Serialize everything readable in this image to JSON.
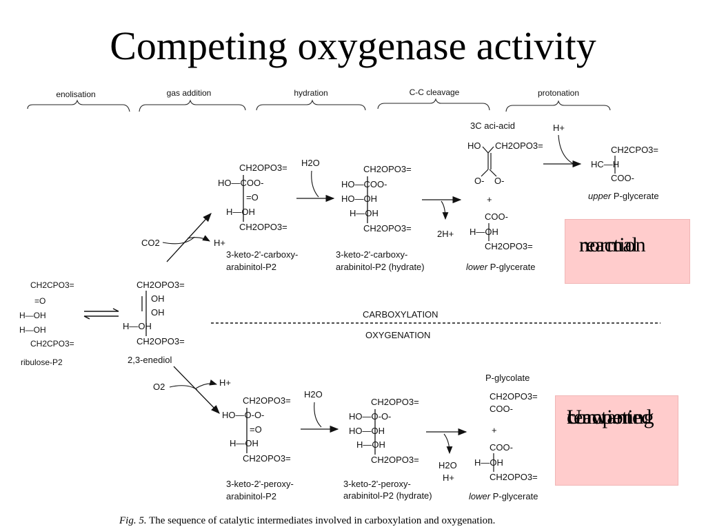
{
  "title": "Competing oxygenase activity",
  "stages": [
    "enolisation",
    "gas addition",
    "hydration",
    "C-C cleavage",
    "protonation"
  ],
  "ribulose": {
    "lines": [
      "CH2CPO3=",
      "=O",
      "H—OH",
      "H—OH",
      "CH2CPO3="
    ],
    "name": "ribulose-P2"
  },
  "enediol": {
    "lines": [
      "CH2OPO3=",
      "OH",
      "OH",
      "H—OH",
      "CH2OPO3="
    ],
    "name": "2,3-enediol"
  },
  "carboxylation": {
    "gas_in": "CO2",
    "proton_out": "H+",
    "intermediate1": {
      "lines": [
        "CH2OPO3=",
        "HO—COO-",
        "=O",
        "H—OH",
        "CH2OPO3="
      ],
      "name": [
        "3-keto-2'-carboxy-",
        "arabinitol-P2"
      ]
    },
    "water": "H2O",
    "intermediate2": {
      "lines": [
        "CH2OPO3=",
        "HO—COO-",
        "HO—OH",
        "H—OH",
        "CH2OPO3="
      ],
      "name": [
        "3-keto-2'-carboxy-",
        "arabinitol-P2 (hydrate)"
      ]
    },
    "protons_out": "2H+",
    "aci_acid": {
      "label": "3C aci-acid",
      "lines": [
        "HO",
        "CH2OPO3=",
        "O-",
        "O-"
      ]
    },
    "plus": "+",
    "proton_in": "H+",
    "upper_product": {
      "lines": [
        "CH2CPO3=",
        "HC—H",
        "COO-"
      ],
      "name_italic": "upper",
      "name_rest": " P-glycerate"
    },
    "lower_product": {
      "lines": [
        "COO-",
        "H—OH",
        "CH2OPO3="
      ],
      "name_italic": "lower",
      "name_rest": " P-glycerate"
    }
  },
  "divider": {
    "above": "CARBOXYLATION",
    "below": "OXYGENATION"
  },
  "oxygenation": {
    "gas_in": "O2",
    "proton_out": "H+",
    "intermediate1": {
      "lines": [
        "CH2OPO3=",
        "HO—O-O-",
        "=O",
        "H—OH",
        "CH2OPO3="
      ],
      "name": [
        "3-keto-2'-peroxy-",
        "arabinitol-P2"
      ]
    },
    "water": "H2O",
    "intermediate2": {
      "lines": [
        "CH2OPO3=",
        "HO—O-O-",
        "HO—OH",
        "H—OH",
        "CH2OPO3="
      ],
      "name": [
        "3-keto-2'-peroxy-",
        "arabinitol-P2 (hydrate)"
      ]
    },
    "water_out": "H2O",
    "proton_out2": "H+",
    "glycolate": {
      "label": "P-glycolate",
      "lines": [
        "CH2OPO3=",
        "COO-"
      ]
    },
    "plus": "+",
    "lower_product": {
      "lines": [
        "COO-",
        "H—OH",
        "CH2OPO3="
      ],
      "name_italic": "lower",
      "name_rest": " P-glycerate"
    }
  },
  "normal_box": [
    "normal",
    "reaction"
  ],
  "unwanted_box": [
    "Unwanted",
    "competing",
    "reaction"
  ],
  "caption": {
    "fig": "Fig. 5.",
    "text": " The sequence of catalytic intermediates involved in carboxylation and oxygenation."
  }
}
